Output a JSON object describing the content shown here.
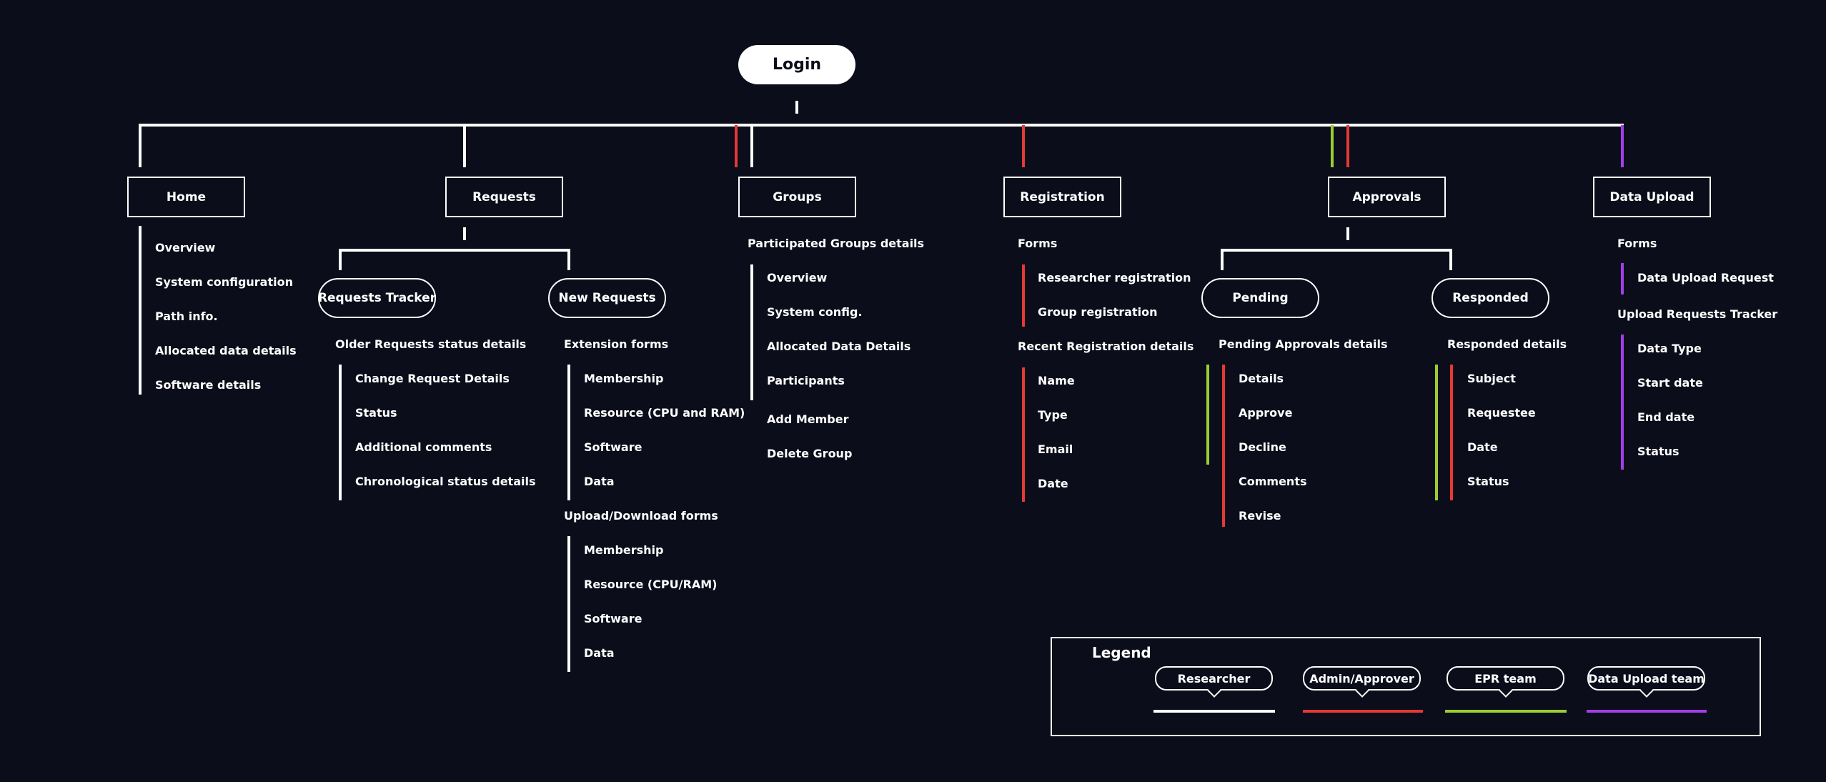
{
  "colors": {
    "background": "#0b0d1a",
    "researcher": "#ffffff",
    "admin_approver": "#e53935",
    "epr_team": "#9acd32",
    "data_upload_team": "#a23ee8"
  },
  "login": "Login",
  "nodes": {
    "home": "Home",
    "requests": "Requests",
    "groups": "Groups",
    "registration": "Registration",
    "approvals": "Approvals",
    "data_upload": "Data Upload",
    "requests_tracker": "Requests Tracker",
    "new_requests": "New Requests",
    "pending": "Pending",
    "responded": "Responded"
  },
  "home_items": [
    "Overview",
    "System configuration",
    "Path info.",
    "Allocated data details",
    "Software details"
  ],
  "requests_tracker": {
    "heading": "Older Requests status details",
    "items": [
      "Change Request Details",
      "Status",
      "Additional comments",
      "Chronological status details"
    ]
  },
  "new_requests": {
    "extension_heading": "Extension forms",
    "extension_items": [
      "Membership",
      "Resource (CPU and RAM)",
      "Software",
      "Data"
    ],
    "upload_heading": "Upload/Download forms",
    "upload_items": [
      "Membership",
      "Resource (CPU/RAM)",
      "Software",
      "Data"
    ]
  },
  "groups": {
    "heading": "Participated Groups details",
    "items": [
      "Overview",
      "System config.",
      "Allocated Data Details",
      "Participants"
    ],
    "actions": [
      "Add Member",
      "Delete Group"
    ]
  },
  "registration": {
    "forms_heading": "Forms",
    "forms_items": [
      "Researcher registration",
      "Group registration"
    ],
    "recent_heading": "Recent Registration details",
    "recent_items": [
      "Name",
      "Type",
      "Email",
      "Date"
    ]
  },
  "pending": {
    "heading": "Pending Approvals details",
    "items": [
      "Details",
      "Approve",
      "Decline",
      "Comments",
      "Revise"
    ]
  },
  "responded": {
    "heading": "Responded details",
    "items": [
      "Subject",
      "Requestee",
      "Date",
      "Status"
    ]
  },
  "data_upload": {
    "forms_heading": "Forms",
    "forms_items": [
      "Data Upload Request"
    ],
    "tracker_heading": "Upload Requests Tracker",
    "tracker_items": [
      "Data Type",
      "Start date",
      "End date",
      "Status"
    ]
  },
  "legend": {
    "title": "Legend",
    "items": [
      {
        "label": "Researcher",
        "color": "#ffffff"
      },
      {
        "label": "Admin/Approver",
        "color": "#e53935"
      },
      {
        "label": "EPR team",
        "color": "#9acd32"
      },
      {
        "label": "Data Upload team",
        "color": "#a23ee8"
      }
    ]
  }
}
